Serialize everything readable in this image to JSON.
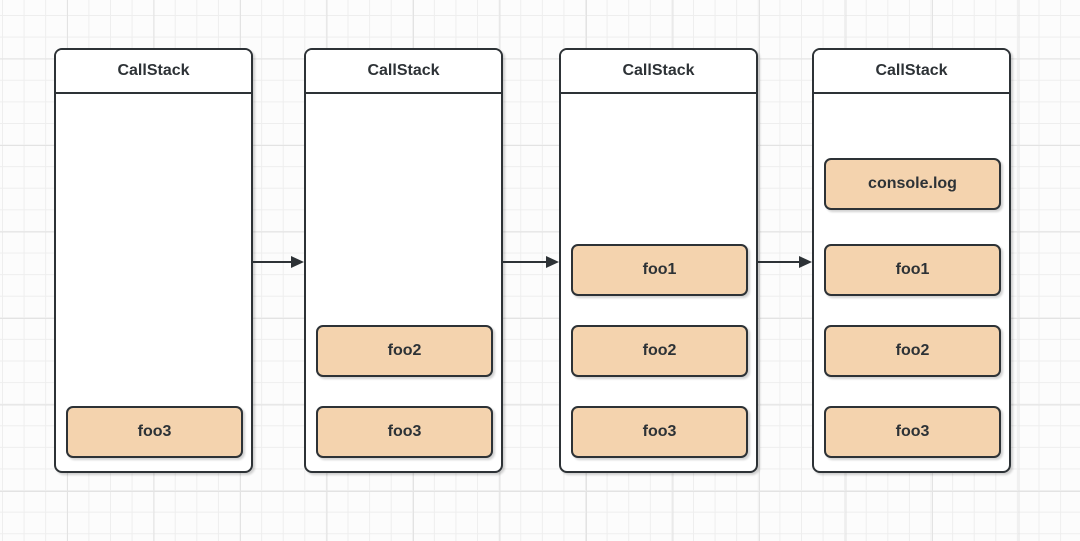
{
  "canvas": {
    "background": "#fcfcfc",
    "grid_minor_color": "#eeeeee",
    "grid_major_color": "#e3e3e3"
  },
  "colors": {
    "stroke": "#2d3236",
    "box_fill": "#ffffff",
    "frame_fill": "#f4d3ae",
    "text": "#2d3236"
  },
  "columns": [
    {
      "title": "CallStack",
      "frames": [
        "foo3"
      ]
    },
    {
      "title": "CallStack",
      "frames": [
        "foo2",
        "foo3"
      ]
    },
    {
      "title": "CallStack",
      "frames": [
        "foo1",
        "foo2",
        "foo3"
      ]
    },
    {
      "title": "CallStack",
      "frames": [
        "console.log",
        "foo1",
        "foo2",
        "foo3"
      ]
    }
  ],
  "arrows": [
    {
      "direction": "right"
    },
    {
      "direction": "right"
    },
    {
      "direction": "right"
    }
  ]
}
